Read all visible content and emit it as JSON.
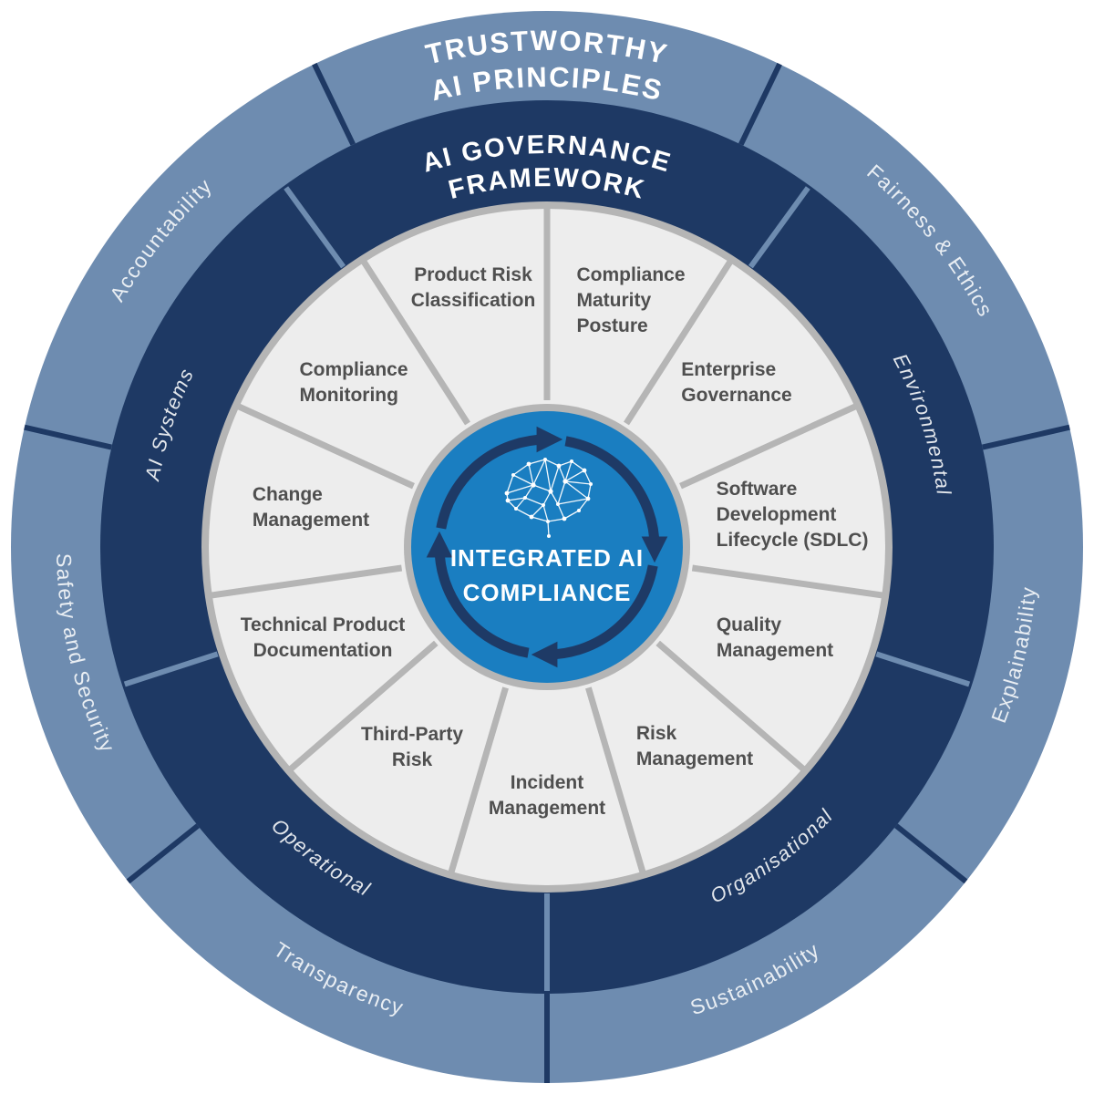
{
  "diagram_title": "Integrated AI Compliance wheel",
  "colors": {
    "principles_ring": "#6e8cb0",
    "governance_ring": "#1e3964",
    "wedge_fill": "#ededed",
    "wedge_border": "#b5b5b5",
    "hub_blue": "#1a7ec1",
    "arrow_navy": "#1e3a66",
    "wedge_text": "#4f4f4f",
    "title_text": "#ffffff"
  },
  "principles_ring": {
    "title_line1": "TRUSTWORTHY",
    "title_line2": "AI PRINCIPLES",
    "segments": {
      "accountability": "Accountability",
      "fairness": "Fairness & Ethics",
      "explainability": "Explainability",
      "sustainability": "Sustainability",
      "transparency": "Transparency",
      "safety": "Safety and Security"
    }
  },
  "governance_ring": {
    "title_line1": "AI GOVERNANCE",
    "title_line2": "FRAMEWORK",
    "segments": {
      "ai_systems": "AI Systems",
      "environmental": "Environmental",
      "organisational": "Organisational",
      "operational": "Operational"
    }
  },
  "framework_areas": {
    "product_risk": "Product Risk\nClassification",
    "compliance_maturity": "Compliance\nMaturity\nPosture",
    "enterprise_governance": "Enterprise\nGovernance",
    "sdlc": "Software\nDevelopment\nLifecycle (SDLC)",
    "quality": "Quality\nManagement",
    "risk": "Risk\nManagement",
    "incident": "Incident\nManagement",
    "third_party": "Third-Party\nRisk",
    "tech_doc": "Technical Product\nDocumentation",
    "change": "Change\nManagement",
    "monitoring": "Compliance\nMonitoring"
  },
  "hub": {
    "label_line1": "INTEGRATED AI",
    "label_line2": "COMPLIANCE",
    "icon": "brain-network-icon"
  }
}
